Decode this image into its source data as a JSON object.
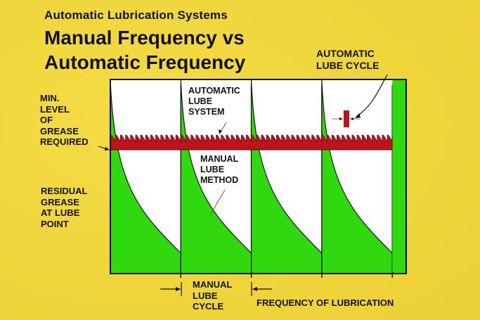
{
  "header": {
    "subtitle": "Automatic Lubrication Systems",
    "title_line1": "Manual Frequency vs",
    "title_line2": "Automatic Frequency"
  },
  "labels": {
    "automatic_lube_cycle": [
      "AUTOMATIC",
      "LUBE CYCLE"
    ],
    "min_level": [
      "MIN.",
      "LEVEL",
      "OF",
      "GREASE",
      "REQUIRED"
    ],
    "residual_grease": [
      "RESIDUAL",
      "GREASE",
      "AT LUBE",
      "POINT"
    ],
    "automatic_lube_system": [
      "AUTOMATIC",
      "LUBE",
      "SYSTEM"
    ],
    "manual_lube_method": [
      "MANUAL",
      "LUBE",
      "METHOD"
    ],
    "manual_lube_cycle": [
      "MANUAL",
      "LUBE",
      "CYCLE"
    ],
    "x_axis": "FREQUENCY OF LUBRICATION"
  },
  "colors": {
    "background": "#f2d93f",
    "grease_green": "#2fd80f",
    "auto_red": "#c0121c",
    "frame": "#111111",
    "plot_bg": "#ffffff"
  },
  "diagram": {
    "manual_cycles": 4,
    "automatic_teeth_per_cycle": 14
  }
}
